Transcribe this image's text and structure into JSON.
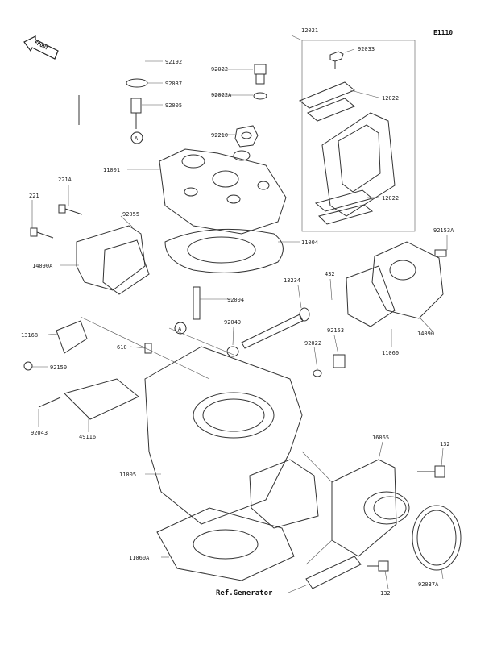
{
  "diagram": {
    "code": "E1110",
    "front_label": "FRONT",
    "reference": "Ref.Generator",
    "callout": "A"
  },
  "labels": [
    {
      "id": "p12021",
      "text": "12021"
    },
    {
      "id": "p92033",
      "text": "92033"
    },
    {
      "id": "p12022a",
      "text": "12022"
    },
    {
      "id": "p12022b",
      "text": "12022"
    },
    {
      "id": "p92192",
      "text": "92192"
    },
    {
      "id": "p92037",
      "text": "92037"
    },
    {
      "id": "p92005",
      "text": "92005"
    },
    {
      "id": "p92022",
      "text": "92022"
    },
    {
      "id": "p92022A",
      "text": "92022A"
    },
    {
      "id": "p92210",
      "text": "92210"
    },
    {
      "id": "p11001",
      "text": "11001"
    },
    {
      "id": "p11004",
      "text": "11004"
    },
    {
      "id": "p221A",
      "text": "221A"
    },
    {
      "id": "p221",
      "text": "221"
    },
    {
      "id": "p92055",
      "text": "92055"
    },
    {
      "id": "p14090A",
      "text": "14090A"
    },
    {
      "id": "p92153A",
      "text": "92153A"
    },
    {
      "id": "p13234",
      "text": "13234"
    },
    {
      "id": "p432",
      "text": "432"
    },
    {
      "id": "p92004",
      "text": "92004"
    },
    {
      "id": "p14090",
      "text": "14090"
    },
    {
      "id": "p92049",
      "text": "92049"
    },
    {
      "id": "p92153",
      "text": "92153"
    },
    {
      "id": "p11060",
      "text": "11060"
    },
    {
      "id": "p13168",
      "text": "13168"
    },
    {
      "id": "p610",
      "text": "610"
    },
    {
      "id": "p92022b",
      "text": "92022"
    },
    {
      "id": "p92150",
      "text": "92150"
    },
    {
      "id": "p92043",
      "text": "92043"
    },
    {
      "id": "p49116",
      "text": "49116"
    },
    {
      "id": "p16065",
      "text": "16065"
    },
    {
      "id": "p132a",
      "text": "132"
    },
    {
      "id": "p11005",
      "text": "11005"
    },
    {
      "id": "p11060A",
      "text": "11060A"
    },
    {
      "id": "p92037A",
      "text": "92037A"
    },
    {
      "id": "p132b",
      "text": "132"
    }
  ]
}
